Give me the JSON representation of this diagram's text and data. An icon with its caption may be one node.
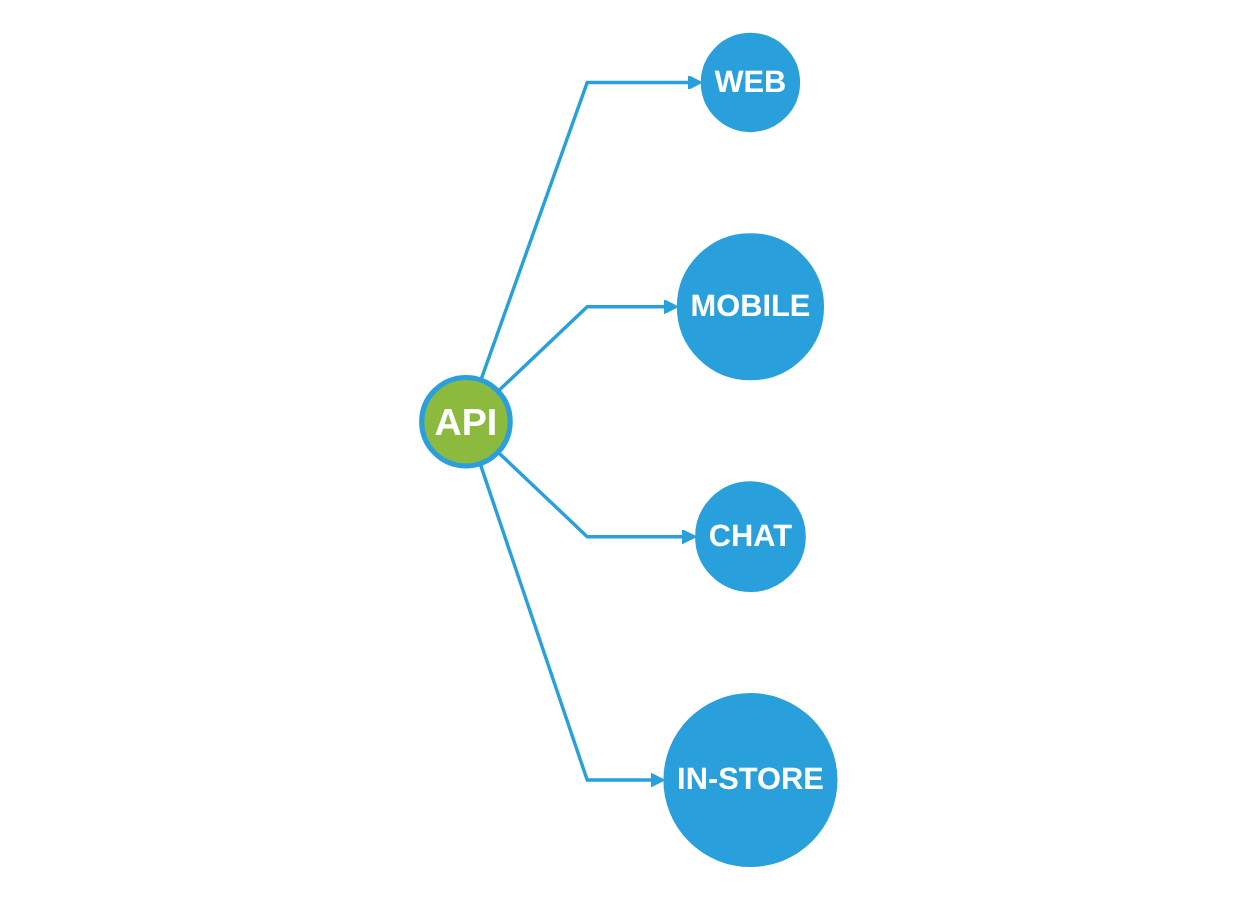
{
  "diagram": {
    "nodes": [
      {
        "text": [
          "WEB"
        ]
      },
      {
        "text": [
          "MOBILE"
        ]
      },
      {
        "text": [
          "API"
        ]
      },
      {
        "text": [
          "CHAT"
        ]
      },
      {
        "text": [
          "IN-STORE"
        ]
      }
    ],
    "edges": [
      {
        "from": 2,
        "to": 0,
        "arrow": "to"
      },
      {
        "from": 2,
        "to": 1,
        "arrow": "to"
      },
      {
        "from": 2,
        "to": 3,
        "arrow": "to"
      },
      {
        "from": 2,
        "to": 4,
        "arrow": "to"
      }
    ]
  }
}
